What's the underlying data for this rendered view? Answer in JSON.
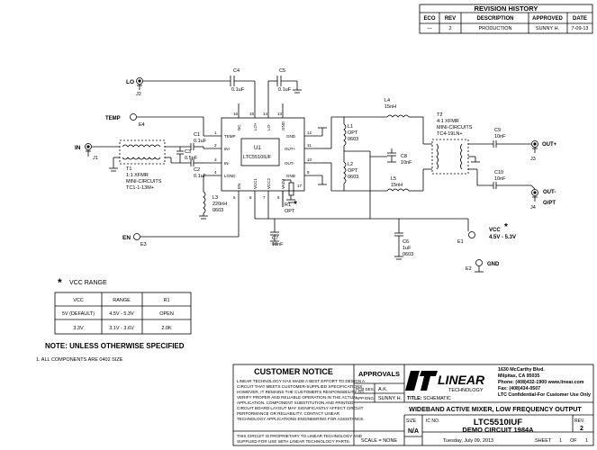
{
  "revision": {
    "title": "REVISION HISTORY",
    "headers": [
      "ECO",
      "REV",
      "DESCRIPTION",
      "APPROVED",
      "DATE"
    ],
    "row": [
      "—",
      "2",
      "PRODUCTION",
      "SUNNY H.",
      "7-09-13"
    ]
  },
  "connectors": {
    "lo": "LO",
    "j2": "J2",
    "temp": "TEMP",
    "e4": "E4",
    "in": "IN",
    "j1": "J1",
    "en": "EN",
    "e3": "E3",
    "outp": "OUT+",
    "j3": "J3",
    "outn": "OUT-",
    "outn2": "O/PT",
    "j4": "J4",
    "vcc": "VCC",
    "vcc_range": "4.5V - 5.3V",
    "e1": "E1",
    "gnd": "GND",
    "e2": "E2",
    "star": "*"
  },
  "components": {
    "c4": "C4",
    "c4v": "0.1uF",
    "c5": "C5",
    "c5v": "0.1uF",
    "c1": "C1",
    "c1v": "0.1uF",
    "c3": "C3",
    "c3v": "0.5pF",
    "c2": "C2",
    "c2v": "0.1uF",
    "t1": "T1",
    "t1a": "1:1 XFMR",
    "t1b": "MINI-CIRCUITS",
    "t1c": "TC1-1-13M+",
    "l3": "L3",
    "l3v": "220nH",
    "l3p": "0603",
    "r1": "R1",
    "r1v": "OPT",
    "c7": "C7",
    "c7v": "10nF",
    "l4": "L4",
    "l4v": "15nH",
    "l1": "L1",
    "l1v": "OPT",
    "l1p": "0603",
    "l2": "L2",
    "l2v": "OPT",
    "l2p": "0603",
    "c8": "C8",
    "c8v": "10nF",
    "l5": "L5",
    "l5v": "15nH",
    "t2": "T2",
    "t2a": "4:1 XFMR",
    "t2b": "MINI-CIRCUITS",
    "t2c": "TC4-19LN+",
    "c9": "C9",
    "c9v": "10nF",
    "c10": "C10",
    "c10v": "10nF",
    "c6": "C6",
    "c6v": "1uF",
    "c6p": "0603"
  },
  "ic": {
    "ref": "U1",
    "part": "LTC5510IUF",
    "pins_left": [
      "TEMP",
      "IN+",
      "IN-",
      "LGND"
    ],
    "pins_top": [
      "NC",
      "LO+",
      "LO-",
      "GND"
    ],
    "pins_right": [
      "GND",
      "OUT+",
      "OUT-",
      "GND"
    ],
    "pins_bottom": [
      "EN",
      "VCC1",
      "VCC2",
      "VADJ"
    ],
    "pin_numbers": [
      "16",
      "15",
      "14",
      "13",
      "1",
      "2",
      "3",
      "4",
      "12",
      "11",
      "10",
      "9",
      "5",
      "6",
      "7",
      "8",
      "17"
    ]
  },
  "vcc_table": {
    "title": "VCC RANGE",
    "headers": [
      "VCC",
      "RANGE",
      "R1"
    ],
    "rows": [
      [
        "5V (DEFAULT)",
        "4.5V - 5.3V",
        "OPEN"
      ],
      [
        "3.3V",
        "3.1V - 3.6V",
        "2.0K"
      ]
    ]
  },
  "notes": {
    "title": "NOTE: UNLESS OTHERWISE SPECIFIED",
    "item1": "1. ALL COMPONENTS ARE 0402 SIZE"
  },
  "title_block": {
    "notice_title": "CUSTOMER NOTICE",
    "notice_lines": [
      "LINEAR TECHNOLOGY HAS MADE A BEST EFFORT TO DESIGN A",
      "CIRCUIT THAT MEETS CUSTOMER-SUPPLIED SPECIFICATIONS;",
      "HOWEVER, IT REMAINS THE CUSTOMER'S RESPONSIBILITY TO",
      "VERIFY PROPER AND RELIABLE OPERATION IN THE ACTUAL",
      "APPLICATION. COMPONENT SUBSTITUTION AND PRINTED",
      "CIRCUIT BOARD LAYOUT MAY SIGNIFICANTLY AFFECT CIRCUIT",
      "PERFORMANCE OR RELIABILITY. CONTACT LINEAR",
      "TECHNOLOGY APPLICATIONS ENGINEERING FOR ASSISTANCE."
    ],
    "proprietary_lines": [
      "THIS CIRCUIT IS PROPRIETARY TO LINEAR TECHNOLOGY AND",
      "SUPPLIED FOR USE WITH LINEAR TECHNOLOGY PARTS."
    ],
    "approvals": "APPROVALS",
    "pcb_des_label": "PCB DES.",
    "pcb_des": "A.K.",
    "app_eng_label": "APP ENG.",
    "app_eng": "SUNNY H.",
    "scale": "SCALE = NONE",
    "logo": "LINEAR",
    "logo_sub": "TECHNOLOGY",
    "address_lines": [
      "1630 McCarthy Blvd.",
      "Milpitas, CA 95035",
      "Phone: (408)432-1900  www.linear.com",
      "Fax: (408)434-0507",
      "LTC Confidential-For Customer Use Only"
    ],
    "title_label": "TITLE:",
    "title_type": "SCHEMATIC",
    "title": "WIDEBAND ACTIVE MIXER, LOW FREQUENCY OUTPUT",
    "size_label": "SIZE",
    "size": "N/A",
    "icno_label": "IC NO.",
    "part": "LTC5510IUF",
    "demo": "DEMO CIRCUIT 1984A",
    "date": "Tuesday, July 09, 2013",
    "rev_label": "REV.",
    "rev": "2",
    "sheet_label": "SHEET",
    "sheet": "1",
    "of_label": "OF",
    "of": "1"
  }
}
